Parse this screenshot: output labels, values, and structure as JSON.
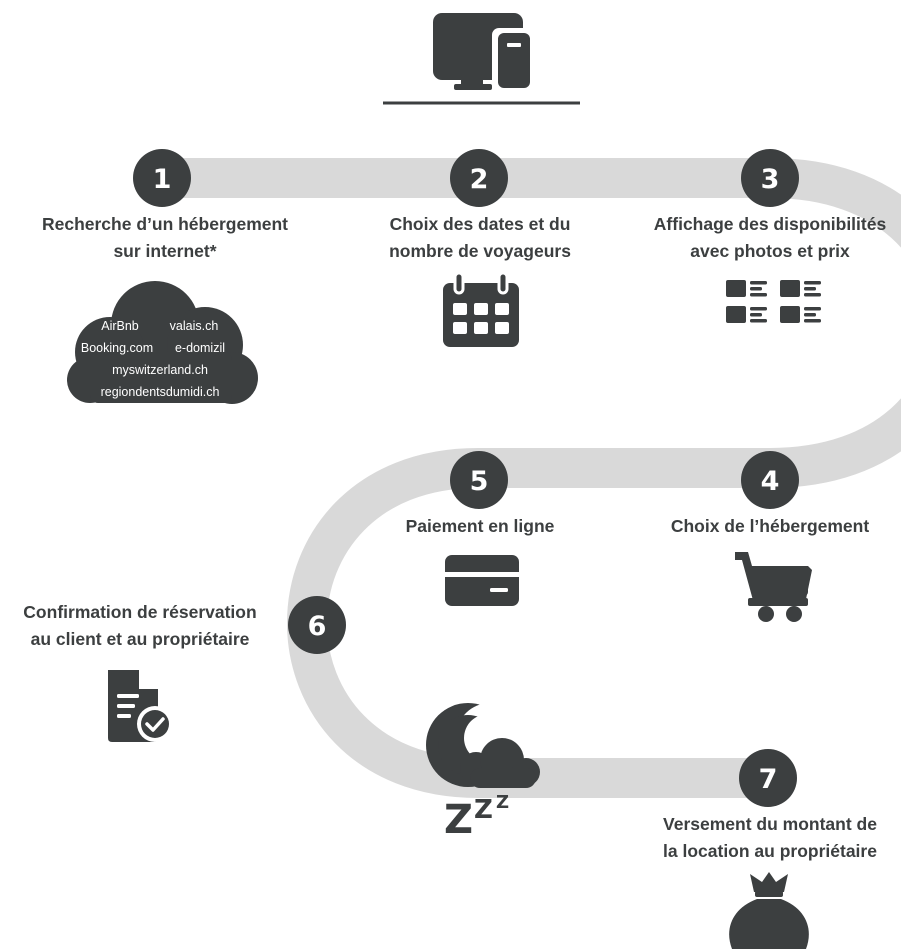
{
  "colors": {
    "dark": "#3c3f40",
    "road": "#d9d9d9",
    "white": "#ffffff"
  },
  "header": {
    "icon": "desktop-computer-icon"
  },
  "steps": [
    {
      "number": "1",
      "lines": [
        "Recherche d’un hébergement",
        "sur internet*"
      ],
      "icon": "cloud-icon"
    },
    {
      "number": "2",
      "lines": [
        "Choix des dates et du",
        "nombre de voyageurs"
      ],
      "icon": "calendar-icon"
    },
    {
      "number": "3",
      "lines": [
        "Affichage des disponibilités",
        "avec photos et prix"
      ],
      "icon": "list-grid-icon"
    },
    {
      "number": "4",
      "lines": [
        "Choix de l’hébergement"
      ],
      "icon": "shopping-cart-icon"
    },
    {
      "number": "5",
      "lines": [
        "Paiement en ligne"
      ],
      "icon": "credit-card-icon"
    },
    {
      "number": "6",
      "lines": [
        "Confirmation de réservation",
        "au client et au propriétaire"
      ],
      "icon": "document-check-icon"
    },
    {
      "number": "7",
      "lines": [
        "Versement du montant de",
        "la location au propriétaire"
      ],
      "icon": "money-bag-icon"
    }
  ],
  "cloud_sites": [
    [
      "AirBnb",
      "valais.ch"
    ],
    [
      "Booking.com",
      "e-domizil"
    ],
    [
      "myswitzerland.ch"
    ],
    [
      "regiondentsdumidi.ch"
    ]
  ],
  "sleep": {
    "icon": "moon-cloud-icon",
    "z_text": [
      "Z",
      "Z",
      "Z"
    ]
  }
}
